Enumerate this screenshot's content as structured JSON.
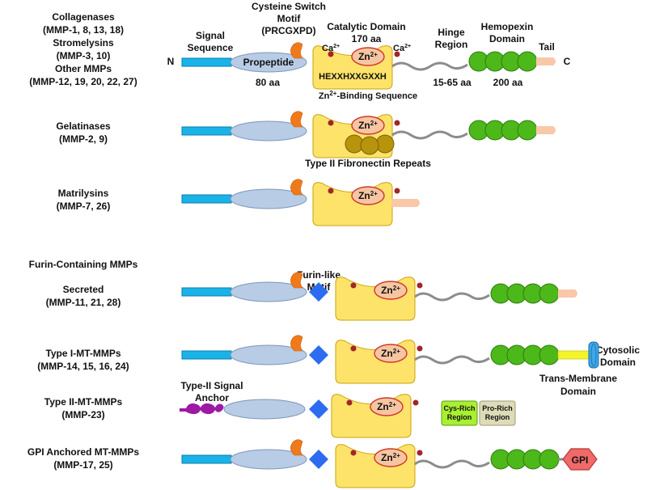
{
  "colors": {
    "signal": "#1ab3e8",
    "propeptide": "#b8cce6",
    "switch": "#f07a1a",
    "catalytic": "#fde36a",
    "zinc": "#f6c6a2",
    "zinc_stroke": "#d0352a",
    "calcium_dot": "#a0262a",
    "fibronectin": "#b8940c",
    "hinge": "#8c8c8c",
    "hemopexin": "#4cb81a",
    "tail": "#f8c8a8",
    "furin": "#2d6cf0",
    "tm_bar": "#f4f42a",
    "cytosolic": "#3fa7e8",
    "type2_anchor": "#9c1aa6",
    "cys_rich": "#a8f030",
    "pro_rich": "#dedcb8",
    "gpi": "#f06a6a"
  },
  "groups": [
    {
      "name": "Collagenases",
      "members": "(MMP-1, 8, 13, 18)"
    },
    {
      "name": "Stromelysins",
      "members": "(MMP-3, 10)"
    },
    {
      "name": "Other MMPs",
      "members": "(MMP-12, 19, 20, 22, 27)"
    },
    {
      "name": "Gelatinases",
      "members": "(MMP-2, 9)"
    },
    {
      "name": "Matrilysins",
      "members": "(MMP-7, 26)"
    },
    {
      "name": "Furin-Containing MMPs",
      "members": ""
    },
    {
      "name": "Secreted",
      "members": "(MMP-11, 21, 28)"
    },
    {
      "name": "Type I-MT-MMPs",
      "members": "(MMP-14, 15, 16, 24)"
    },
    {
      "name": "Type II-MT-MMPs",
      "members": "(MMP-23)"
    },
    {
      "name": "GPI Anchored MT-MMPs",
      "members": "(MMP-17, 25)"
    }
  ],
  "domains": {
    "n_terminus": "N",
    "c_terminus": "C",
    "signal_line1": "Signal",
    "signal_line2": "Sequence",
    "switch_line1": "Cysteine Switch",
    "switch_line2": "Motif",
    "switch_motif": "(PRCGXPD)",
    "propeptide": "Propeptide",
    "propeptide_size": "80 aa",
    "catalytic": "Catalytic Domain",
    "catalytic_size": "170 aa",
    "calcium": "Ca",
    "calcium_charge": "2+",
    "zinc": "Zn",
    "zinc_charge": "2+",
    "motif_sequence": "HEXXHXXGXXH",
    "zn_binding_prefix": "Zn",
    "zn_binding_charge": "2+",
    "zn_binding_suffix": "-Binding Sequence",
    "hinge_line1": "Hinge",
    "hinge_line2": "Region",
    "hinge_size": "15-65 aa",
    "hemopexin_line1": "Hemopexin",
    "hemopexin_line2": "Domain",
    "hemopexin_size": "200 aa",
    "tail": "Tail",
    "fibronectin": "Type II Fibronectin  Repeats",
    "furin_line1": "Furin-like",
    "furin_line2": "Motif",
    "cytosolic_line1": "Cytosolic",
    "cytosolic_line2": "Domain",
    "tm_line1": "Trans-Membrane",
    "tm_line2": "Domain",
    "type2_anchor_line1": "Type-II Signal",
    "type2_anchor_line2": "Anchor",
    "cys_rich_line1": "Cys-Rich",
    "cys_rich_line2": "Region",
    "pro_rich_line1": "Pro-Rich",
    "pro_rich_line2": "Region",
    "gpi": "GPI"
  }
}
